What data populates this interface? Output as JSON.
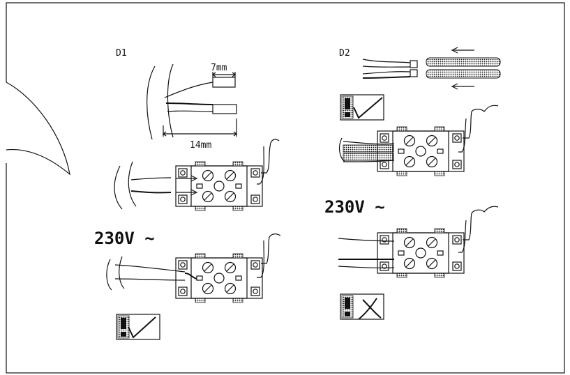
{
  "labels": {
    "d1": "D1",
    "d2": "D2",
    "strip_short": "7mm",
    "strip_long": "14mm",
    "voltage_left": "230V ~",
    "voltage_right": "230V ~"
  },
  "badges": {
    "left_bottom": "correct",
    "right_top": "correct",
    "right_bottom": "incorrect"
  },
  "colors": {
    "ink": "#111111",
    "paper": "#ffffff"
  }
}
